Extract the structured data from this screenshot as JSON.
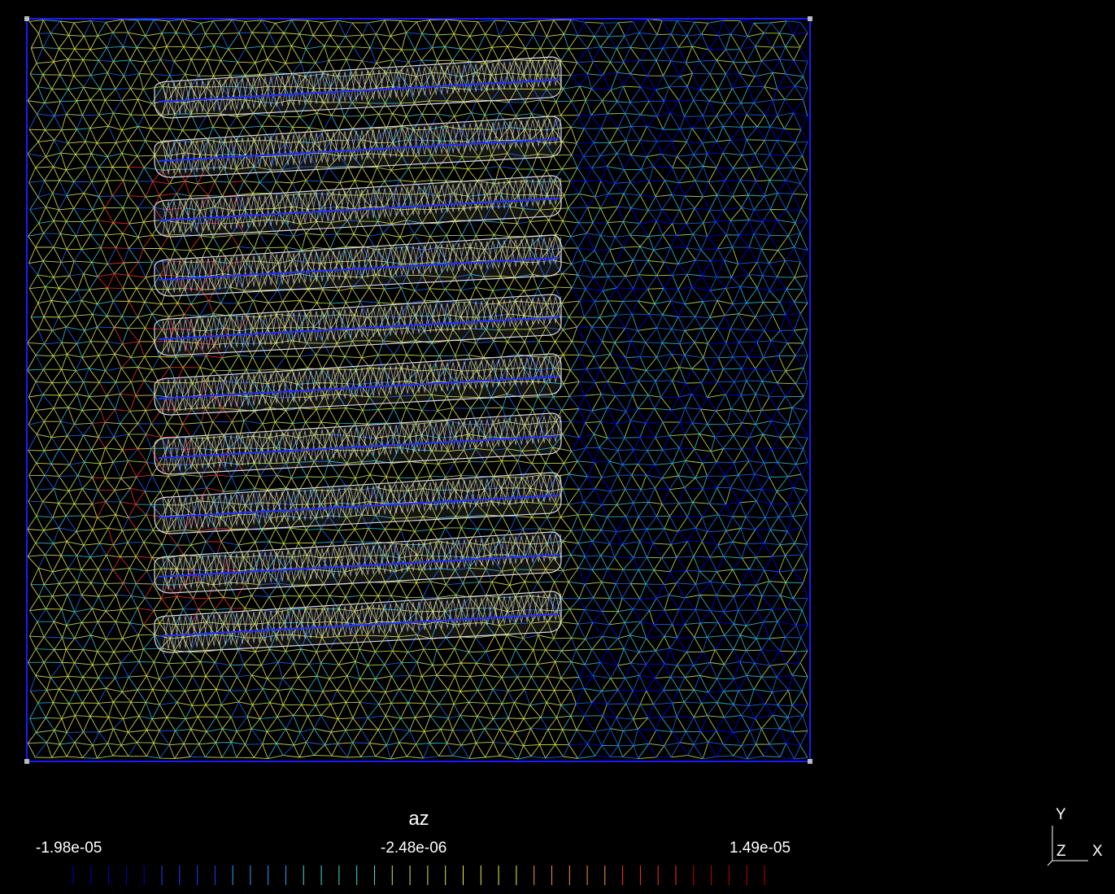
{
  "scene": {
    "field_name": "az",
    "mesh_colors": [
      "#0000ff",
      "#1a6cff",
      "#32c8e8",
      "#c8f050",
      "#f0f050",
      "#ffffff"
    ],
    "domain_border_color": "#1a1aff",
    "coil_turns": 10,
    "low_field_color": "#ff3030"
  },
  "colorbar": {
    "title": "az",
    "min_label": "-1.98e-05",
    "mid_label": "-2.48e-06",
    "max_label": "1.49e-05",
    "tick_count": 40
  },
  "axes": {
    "y_label": "Y",
    "z_label": "Z",
    "x_label": "X"
  }
}
